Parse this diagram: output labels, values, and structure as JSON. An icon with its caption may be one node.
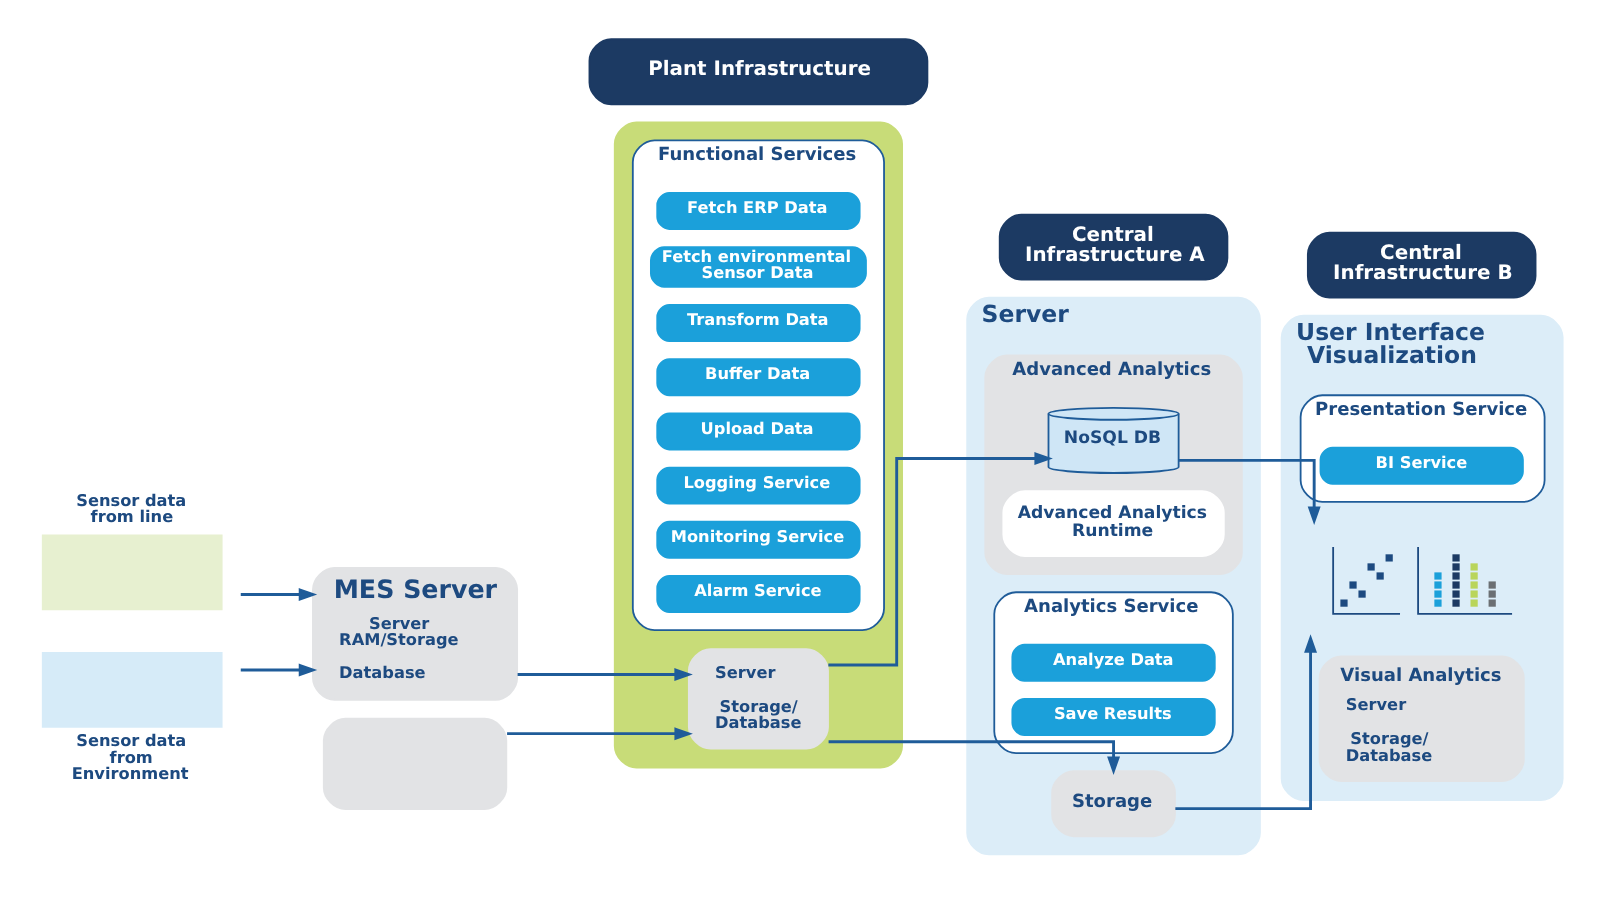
{
  "diagram": {
    "nodes": [
      {
        "text": [
          "Plant Infrastructure"
        ]
      },
      {
        "text": [
          "Central Infrastructure A"
        ]
      },
      {
        "text": [
          "Central Infrastructure B"
        ]
      },
      {
        "text": [
          "Sensor data from line"
        ]
      },
      {
        "text": [
          "Sensor data from Environment"
        ]
      },
      {
        "text": [
          "MES Server",
          "Server RAM/Storage",
          "Database"
        ]
      },
      {
        "text": [],
        "shape": "box"
      },
      {
        "text": [],
        "shape": "box"
      },
      {
        "text": [
          "Server",
          "Storage/ Database"
        ],
        "in": 7
      },
      {
        "text": [
          "Functional Services"
        ],
        "in": 7
      },
      {
        "text": [
          "Fetch ERP Data"
        ],
        "in": 9
      },
      {
        "text": [
          "Fetch environmental Sensor Data"
        ],
        "in": 9
      },
      {
        "text": [
          "Transform Data"
        ],
        "in": 9
      },
      {
        "text": [
          "Buffer Data"
        ],
        "in": 9
      },
      {
        "text": [
          "Upload Data"
        ],
        "in": 9
      },
      {
        "text": [
          "Logging Service"
        ],
        "in": 9
      },
      {
        "text": [
          "Monitoring Service"
        ],
        "in": 9
      },
      {
        "text": [
          "Alarm Service"
        ],
        "in": 9
      },
      {
        "text": [
          "Server"
        ]
      },
      {
        "text": [
          "Advanced Analytics"
        ],
        "in": 18
      },
      {
        "text": [
          "NoSQL DB"
        ],
        "in": 19
      },
      {
        "text": [
          "Advanced Analytics Runtime"
        ],
        "in": 19
      },
      {
        "text": [
          "Analytics Service"
        ],
        "in": 18
      },
      {
        "text": [
          "Analyze Data"
        ],
        "in": 22
      },
      {
        "text": [
          "Save Results"
        ],
        "in": 22
      },
      {
        "text": [
          "Storage"
        ],
        "in": 18
      },
      {
        "text": [
          "User Interface Visualization"
        ]
      },
      {
        "text": [],
        "shape": "picture",
        "in": 26
      },
      {
        "text": [
          "Presentation Service"
        ],
        "in": 26
      },
      {
        "text": [
          "BI Service"
        ],
        "in": 28
      },
      {
        "text": [
          "Visual Analytics",
          "Server",
          "Storage/ Database"
        ],
        "in": 26
      }
    ],
    "edges": [
      {
        "from": 3,
        "to": 5,
        "arrow": "to"
      },
      {
        "from": 4,
        "to": 5,
        "arrow": "to"
      },
      {
        "from": 5,
        "to": 8,
        "arrow": "to"
      },
      {
        "from": 6,
        "to": 8,
        "arrow": "to"
      },
      {
        "from": 8,
        "to": 20,
        "arrow": "to"
      },
      {
        "from": 8,
        "to": 25,
        "arrow": "to"
      },
      {
        "from": 20,
        "to": 27,
        "arrow": "to"
      },
      {
        "from": 25,
        "to": 27,
        "arrow": "to"
      }
    ]
  }
}
